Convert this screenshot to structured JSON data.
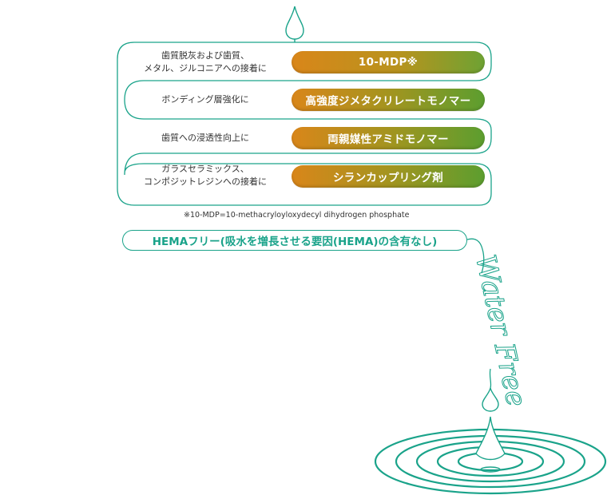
{
  "rows": [
    {
      "desc": "歯質脱灰および歯質、\nメタル、ジルコニアへの接着に",
      "label": "10-MDP※"
    },
    {
      "desc": "ボンディング層強化に",
      "label": "高強度ジメタクリレートモノマー"
    },
    {
      "desc": "歯質への浸透性向上に",
      "label": "両親媒性アミドモノマー"
    },
    {
      "desc": "ガラスセラミックス、\nコンポジットレジンへの接着に",
      "label": "シランカップリング剤"
    }
  ],
  "footnote": "※10-MDP=10-methacryloyloxydecyl dihydrogen phosphate",
  "hema_label": "HEMAフリー(吸水を増長させる要因(HEMA)の含有なし)",
  "script_text": "Water Free",
  "colors": {
    "teal": "#1aa38a",
    "orange_left": "#d9861a",
    "green_right": "#5c9e2f"
  }
}
